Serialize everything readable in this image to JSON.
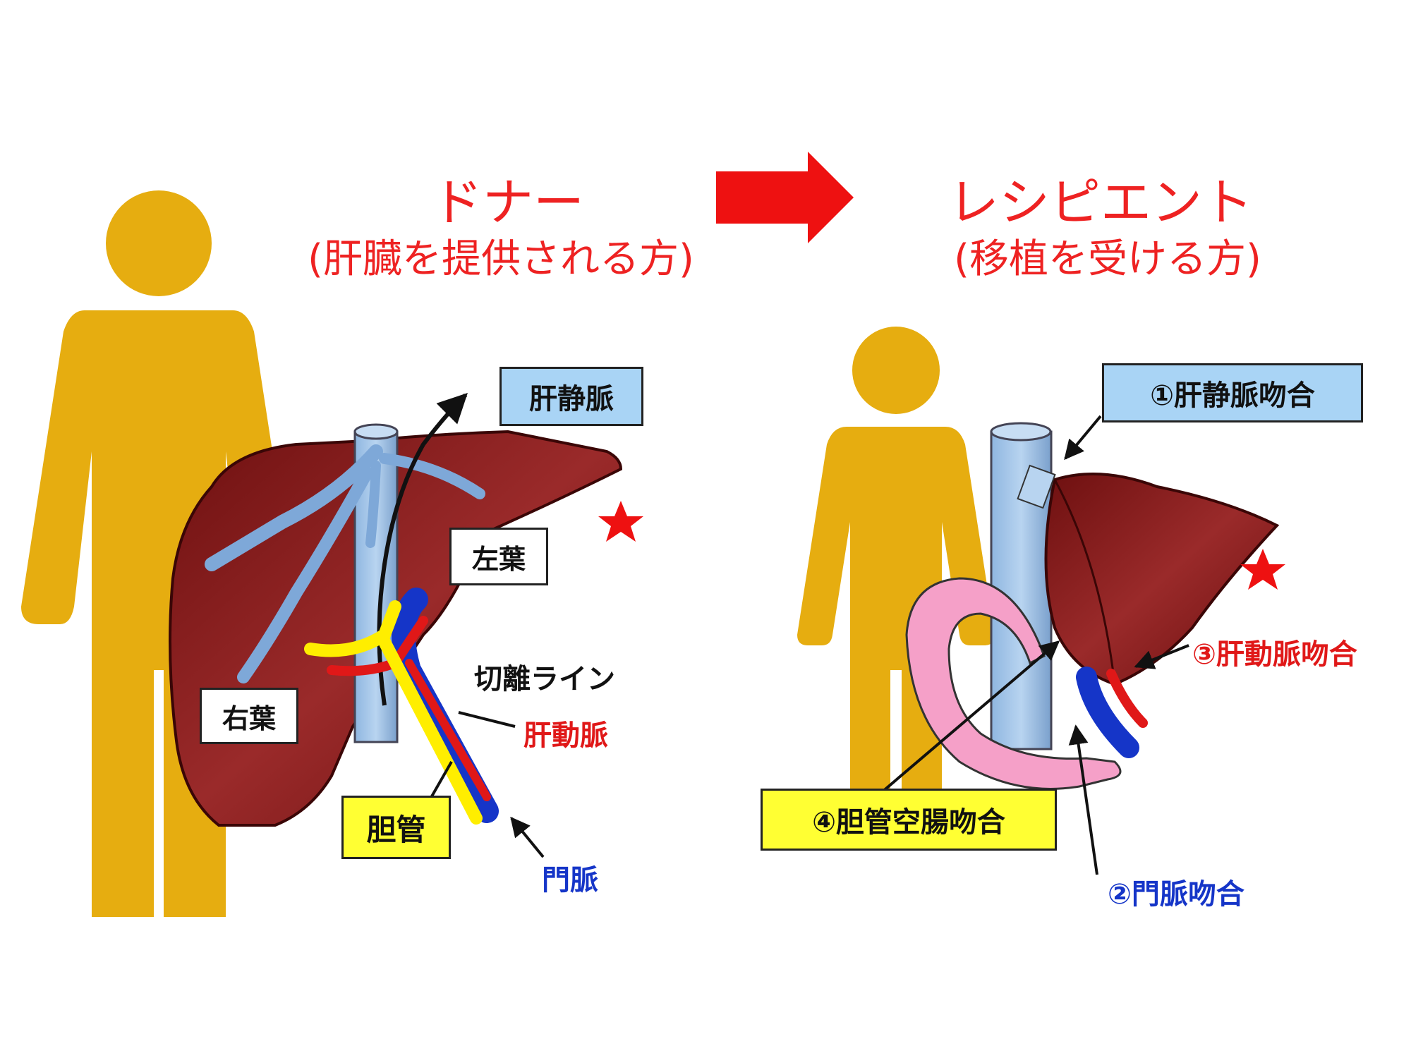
{
  "donor": {
    "title": "ドナー",
    "subtitle": "(肝臓を提供される方)",
    "labels": {
      "hepatic_vein": "肝静脈",
      "left_lobe": "左葉",
      "right_lobe": "右葉",
      "cut_line": "切離ライン",
      "hepatic_artery": "肝動脈",
      "bile_duct": "胆管",
      "portal_vein": "門脈"
    }
  },
  "recipient": {
    "title": "レシピエント",
    "subtitle": "(移植を受ける方)",
    "labels": {
      "anastomosis_1": "①肝静脈吻合",
      "anastomosis_2": "②門脈吻合",
      "anastomosis_3": "③肝動脈吻合",
      "anastomosis_4": "④胆管空腸吻合"
    }
  },
  "colors": {
    "heading_red": "#ee2222",
    "arrow_red": "#ee1111",
    "person": "#e6ad10",
    "liver": "#8c1a1a",
    "vein_blue": "#7ea8d8",
    "artery_red": "#e01818",
    "portal_blue": "#1535c8",
    "bile_yellow": "#ffee00",
    "intestine_pink": "#f5a0c8",
    "star": "#ee1111",
    "label_blue_box": "#a9d4f5",
    "label_yellow_box": "#ffff33"
  },
  "icons": {
    "star": "star-icon",
    "arrow": "right-arrow-icon"
  }
}
